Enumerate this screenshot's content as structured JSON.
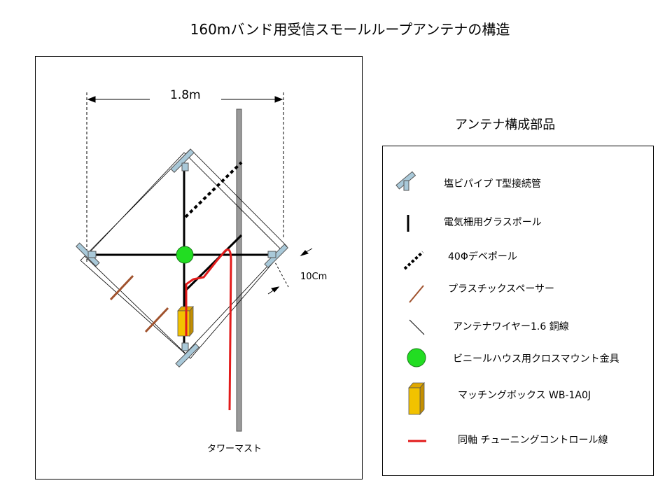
{
  "title": "160mバンド用受信スモールループアンテナの構造",
  "diagram": {
    "width_label": "1.8m",
    "gap_label": "10Cm",
    "mast_label": "タワーマスト"
  },
  "legend": {
    "title": "アンテナ構成部品",
    "items": [
      {
        "icon": "pvc-tee-pipe-icon",
        "label": "塩ビパイプ  T型接続管"
      },
      {
        "icon": "glass-pole-icon",
        "label": "電気柵用グラスポール"
      },
      {
        "icon": "dashed-pole-icon",
        "label": "40Φデベポール"
      },
      {
        "icon": "plastic-spacer-icon",
        "label": "プラスチックスペーサー"
      },
      {
        "icon": "antenna-wire-icon",
        "label": "アンテナワイヤー1.6  銅線"
      },
      {
        "icon": "cross-mount-icon",
        "label": "ビニールハウス用クロスマウント金具"
      },
      {
        "icon": "matching-box-icon",
        "label": "マッチングボックス  WB-1A0J"
      },
      {
        "icon": "coax-line-icon",
        "label": "同軸  チューニングコントロール線"
      }
    ]
  },
  "colors": {
    "pipe_fill": "#a9c9d9",
    "mount": "#22dd22",
    "box": "#f2c200",
    "coax": "#e21b1b",
    "spacer": "#a0522d",
    "mast": "#999999"
  }
}
